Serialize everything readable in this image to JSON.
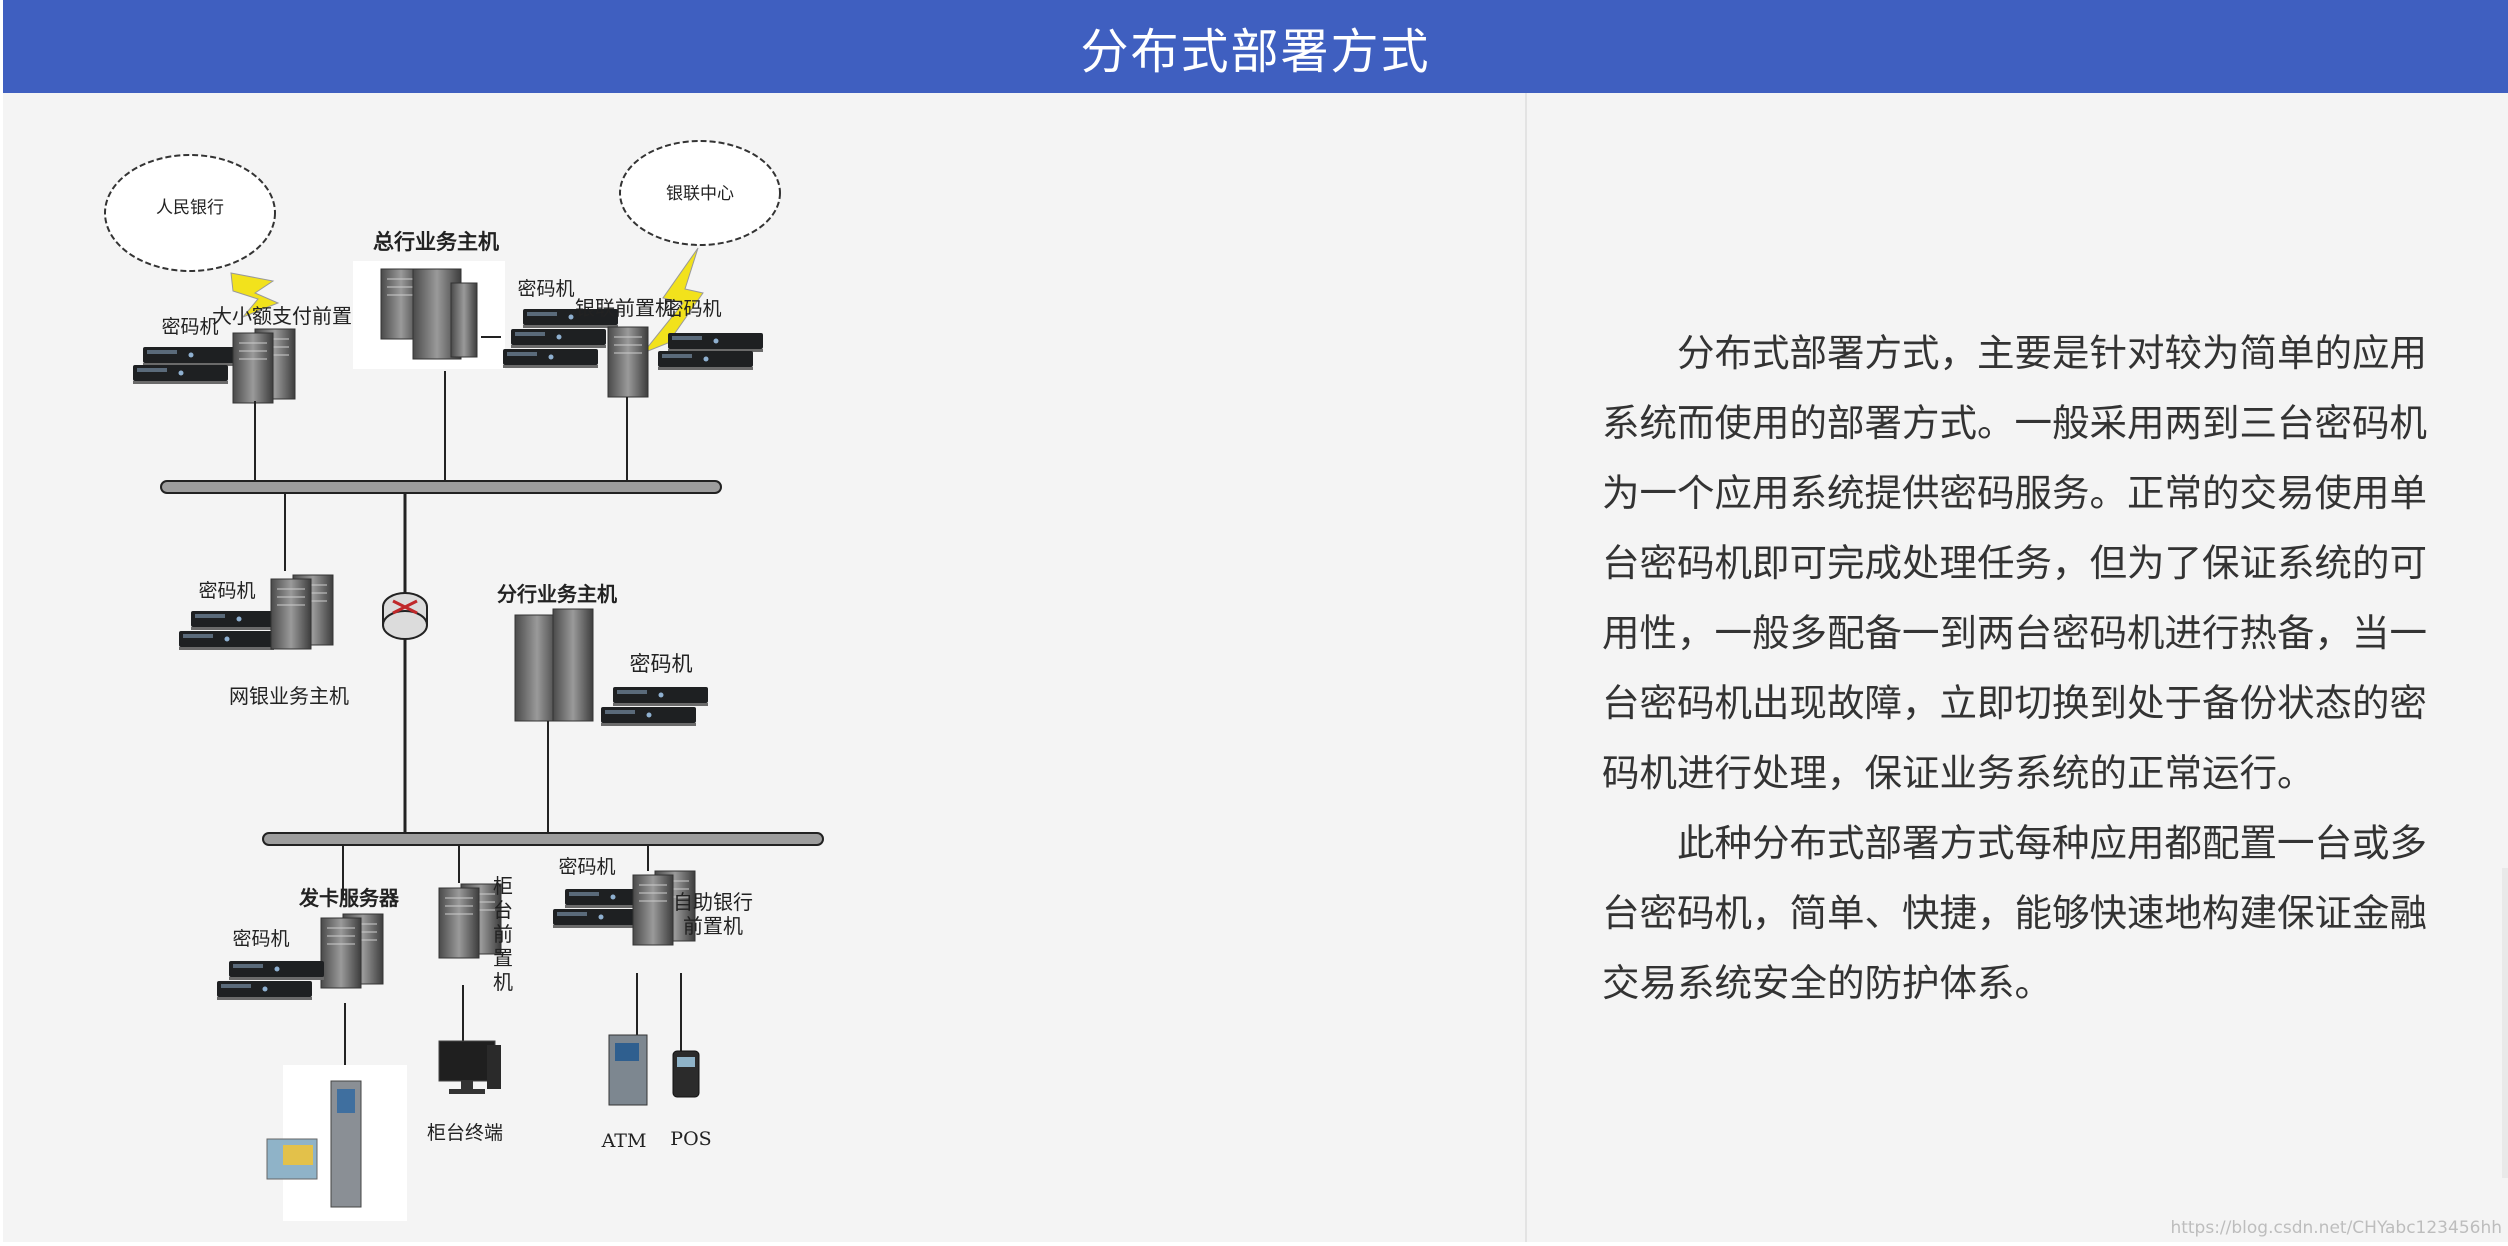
{
  "header": {
    "title": "分布式部署方式"
  },
  "diagram": {
    "clouds": {
      "pboc": "人民银行",
      "unionpay": "银联中心"
    },
    "hq_host": "总行业务主机",
    "labels": {
      "pay_front": "大小额支付前置",
      "unionpay_front": "银联前置机",
      "netbank_host": "网银业务主机",
      "branch_host": "分行业务主机",
      "card_server": "发卡服务器",
      "counter_front": "柜台前置机",
      "self_service_front": "自助银行前置机",
      "counter_terminal": "柜台终端",
      "atm": "ATM",
      "pos": "POS"
    },
    "hsm_label": "密码机",
    "hsm_label_bold": "密码机"
  },
  "description": {
    "paragraphs": [
      "分布式部署方式，主要是针对较为简单的应用系统而使用的部署方式。一般采用两到三台密码机为一个应用系统提供密码服务。正常的交易使用单台密码机即可完成处理任务，但为了保证系统的可用性，一般多配备一到两台密码机进行热备，当一台密码机出现故障，立即切换到处于备份状态的密码机进行处理，保证业务系统的正常运行。",
      "此种分布式部署方式每种应用都配置一台或多台密码机，简单、快捷，能够快速地构建保证金融交易系统安全的防护体系。"
    ]
  },
  "watermark": "https://blog.csdn.net/CHYabc123456hh"
}
